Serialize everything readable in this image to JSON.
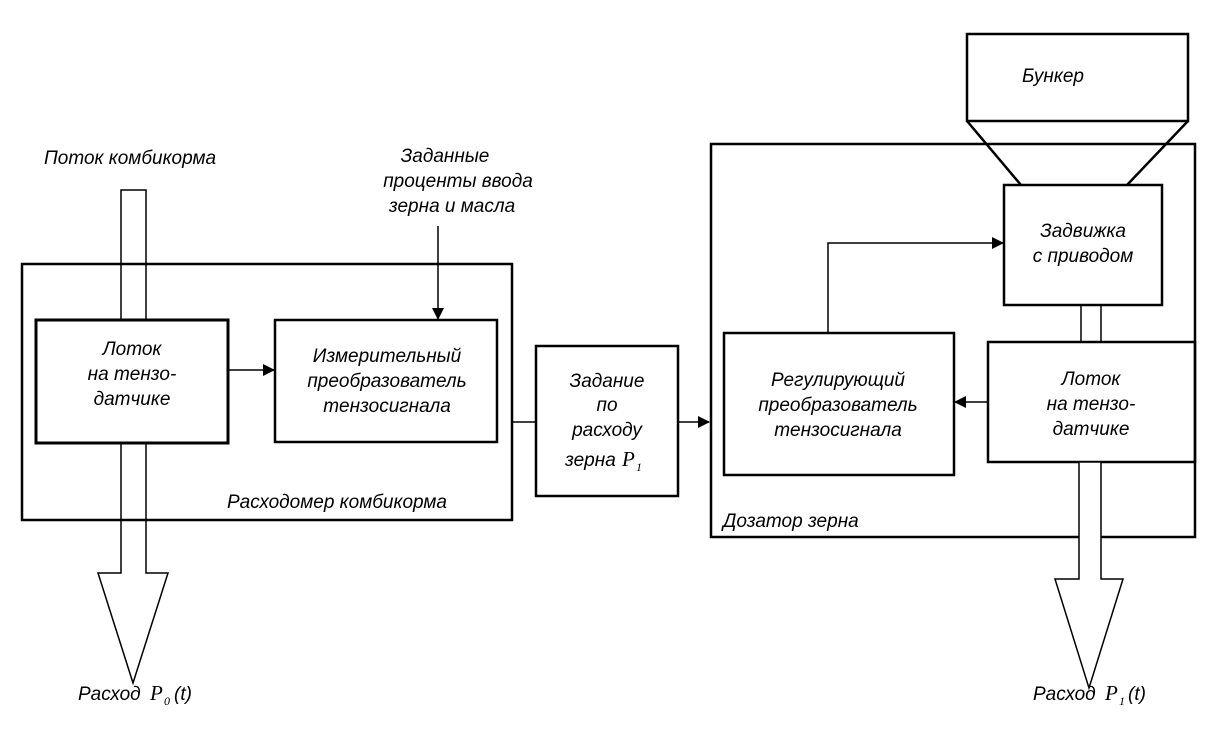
{
  "labels": {
    "feed_flow": "Поток комбикорма",
    "set_percent_1": "Заданные",
    "set_percent_2": "проценты ввода",
    "set_percent_3": "зерна и масла",
    "tray_left_1": "Лоток",
    "tray_left_2": "на тензо-",
    "tray_left_3": "датчике",
    "meas_1": "Измерительный",
    "meas_2": "преобразователь",
    "meas_3": "тензосигнала",
    "flowmeter": "Расходомер комбикорма",
    "task_1": "Задание",
    "task_2": "по",
    "task_3": "расходу",
    "task_4": "зерна",
    "bunker": "Бункер",
    "gate_1": "Задвижка",
    "gate_2": "с приводом",
    "reg_1": "Регулирующий",
    "reg_2": "преобразователь",
    "reg_3": "тензосигнала",
    "tray_right_1": "Лоток",
    "tray_right_2": "на тензо-",
    "tray_right_3": "датчике",
    "doser": "Дозатор зерна",
    "out_left": "Расход",
    "out_right": "Расход",
    "P_symbol": "P",
    "sub_0": "0",
    "sub_1": "1",
    "t_arg": "(t)"
  }
}
